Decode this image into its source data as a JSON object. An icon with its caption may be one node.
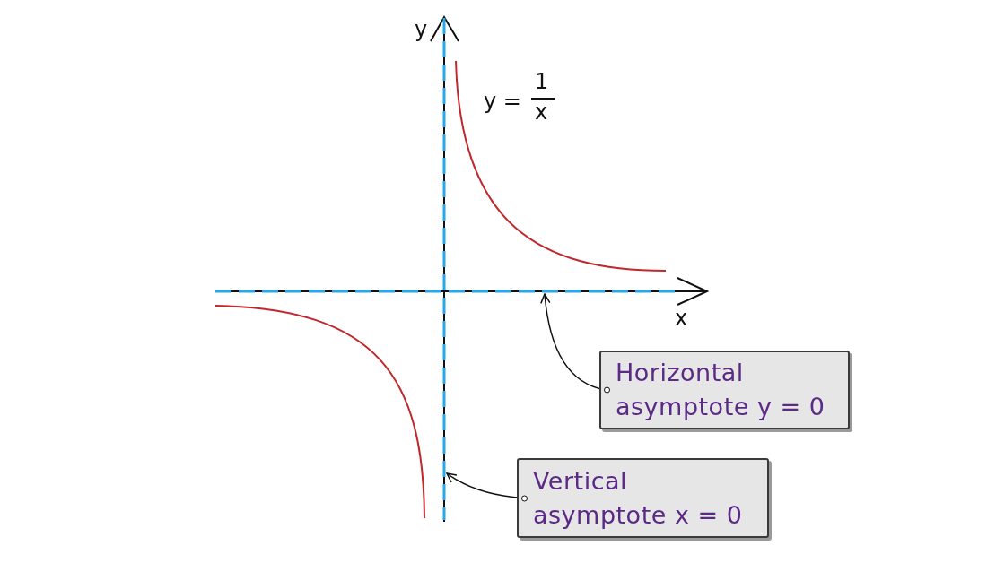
{
  "diagram": {
    "nodes": [
      {
        "text": [
          "Horizontal asymptote y = 0"
        ]
      },
      {
        "text": [
          "Vertical asymptote x = 0"
        ]
      },
      {
        "text": [],
        "shape": "line"
      },
      {
        "text": [],
        "shape": "line"
      }
    ],
    "edges": [
      {
        "from": 0,
        "to": 2,
        "arrow": "to"
      },
      {
        "from": 1,
        "to": 3,
        "arrow": "to"
      }
    ],
    "labels": [
      "y",
      "y =",
      "1",
      "x",
      "x"
    ]
  }
}
